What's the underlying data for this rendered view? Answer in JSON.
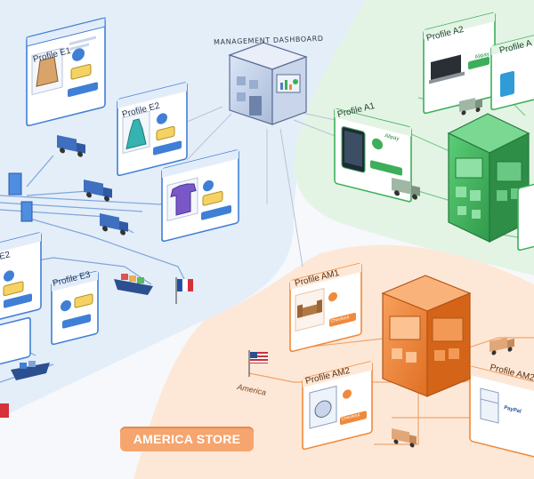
{
  "labels": {
    "management_dashboard": "MANAGEMENT DASHBOARD",
    "america_store": "AMERICA STORE",
    "america_tag": "America",
    "checkout": "Checkout",
    "paypal": "PayPal",
    "alipay": "Alipay"
  },
  "profiles": {
    "e1": "Profile E1",
    "e2": "Profile E2",
    "e2_partial": "E2",
    "e3": "Profile E3",
    "a1": "Profile A1",
    "a2": "Profile A2",
    "a_partial": "Profile A",
    "am1": "Profile AM1",
    "am2": "Profile AM2",
    "am2_partial": "Profile AM2"
  },
  "colors": {
    "europe_bg": "#e3edf9",
    "asia_bg": "#e3f4e5",
    "america_bg": "#fde7d6",
    "blue": "#3f7fd6",
    "green": "#3dae5a",
    "orange": "#ef8a3c",
    "dashboard": "#8ea6cf"
  },
  "icons": {
    "e1_item": "coat-icon",
    "e2_item": "dress-icon",
    "e2b_item": "tshirt-icon",
    "a1_item": "phone-icon",
    "a2_item": "laptop-icon",
    "am1_item": "sofa-icon",
    "am2_item": "washing-machine-icon",
    "am2b_item": "fridge-icon",
    "flags": [
      "france-flag-icon",
      "usa-flag-icon"
    ]
  }
}
